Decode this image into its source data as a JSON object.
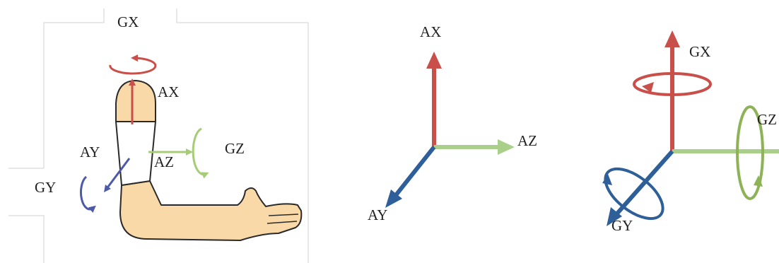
{
  "panels": [
    {
      "id": "arm-sensor",
      "labels": {
        "gx": "GX",
        "ax": "AX",
        "ay": "AY",
        "az": "AZ",
        "gz": "GZ",
        "gy": "GY"
      }
    },
    {
      "id": "accelerometer-axes",
      "labels": {
        "ax": "AX",
        "az": "AZ",
        "ay": "AY"
      }
    },
    {
      "id": "gyroscope-axes",
      "labels": {
        "gx": "GX",
        "gz": "GZ",
        "gy": "GY"
      }
    }
  ],
  "colors": {
    "x_axis": "#c9504a",
    "z_axis": "#a9cf8a",
    "y_axis": "#2f5f9a",
    "gyro_x": "#c9504a",
    "gyro_z": "#8db356",
    "gyro_y": "#2e5f98",
    "arm_blue": "#4d5aa8",
    "arm_green": "#a7cc77",
    "skin": "#f9d9a8",
    "skin_outline": "#2a2a2a"
  }
}
